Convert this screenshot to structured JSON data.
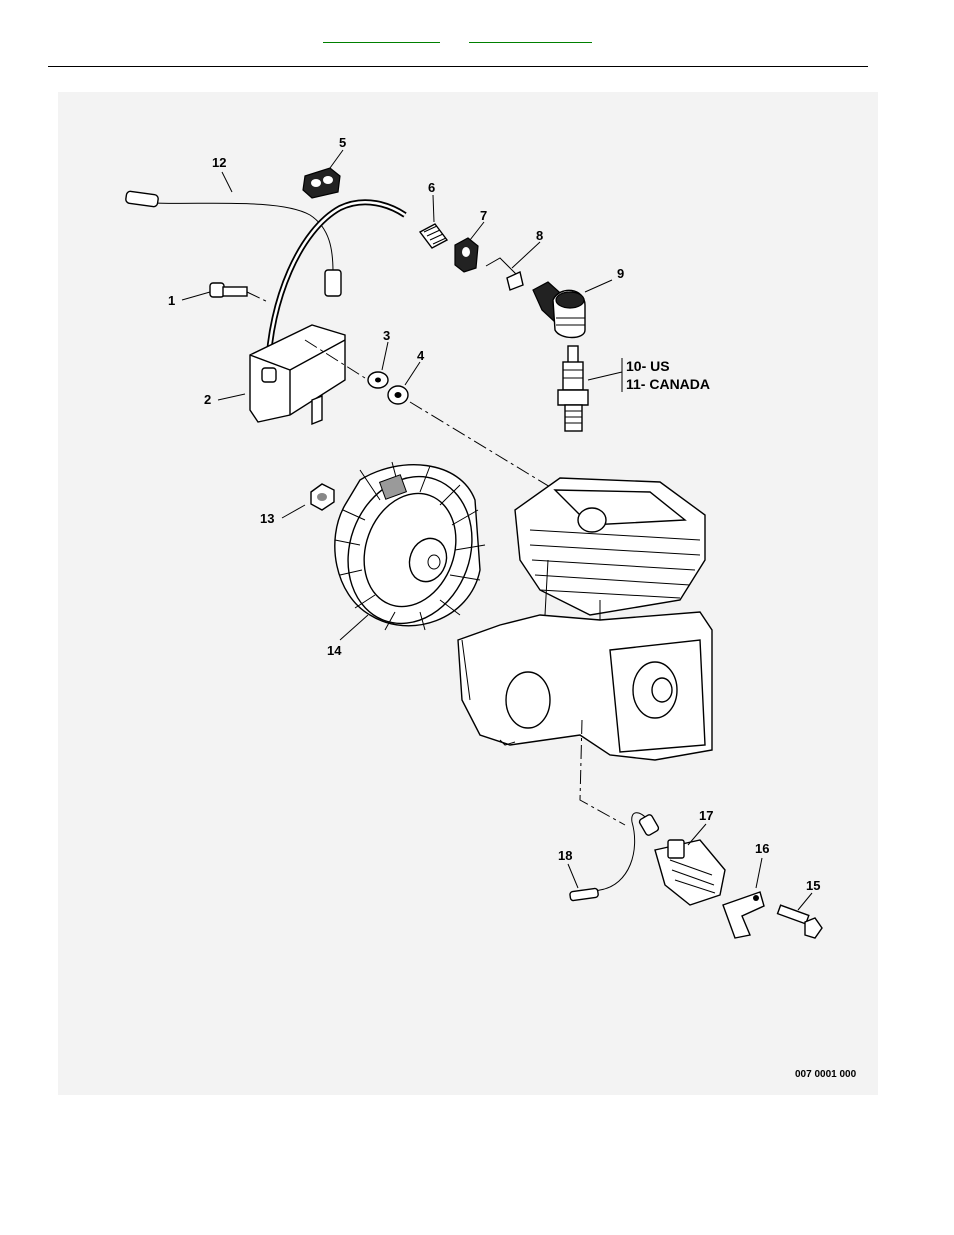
{
  "header": {
    "link_1": "",
    "link_2": ""
  },
  "callouts": [
    {
      "id": "1",
      "label": "1"
    },
    {
      "id": "2",
      "label": "2"
    },
    {
      "id": "3",
      "label": "3"
    },
    {
      "id": "4",
      "label": "4"
    },
    {
      "id": "5",
      "label": "5"
    },
    {
      "id": "6",
      "label": "6"
    },
    {
      "id": "7",
      "label": "7"
    },
    {
      "id": "8",
      "label": "8"
    },
    {
      "id": "9",
      "label": "9"
    },
    {
      "id": "10",
      "label": "10- US"
    },
    {
      "id": "11",
      "label": "11- CANADA"
    },
    {
      "id": "12",
      "label": "12"
    },
    {
      "id": "13",
      "label": "13"
    },
    {
      "id": "14",
      "label": "14"
    },
    {
      "id": "15",
      "label": "15"
    },
    {
      "id": "16",
      "label": "16"
    },
    {
      "id": "17",
      "label": "17"
    },
    {
      "id": "18",
      "label": "18"
    }
  ],
  "drawing_code": "007 0001 000",
  "colors": {
    "link_underline": "#008000",
    "panel_background": "#f3f3f3",
    "line": "#000000"
  }
}
